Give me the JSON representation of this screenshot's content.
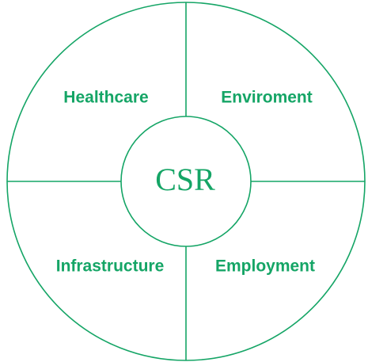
{
  "colors": {
    "accent": "#15a566",
    "background": "#ffffff"
  },
  "center": {
    "label": "CSR"
  },
  "segments": [
    {
      "label": "Healthcare"
    },
    {
      "label": "Enviroment"
    },
    {
      "label": "Infrastructure"
    },
    {
      "label": "Employment"
    }
  ]
}
